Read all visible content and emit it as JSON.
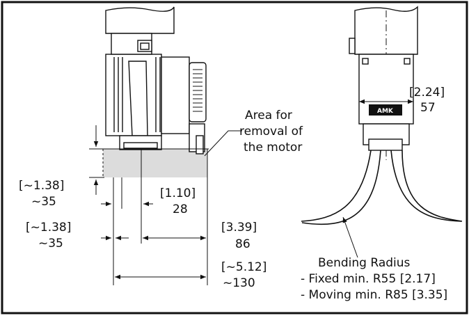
{
  "annotations": {
    "removal_area": [
      "Area for",
      "removal of",
      "the motor"
    ],
    "bending_radius": [
      "Bending Radius",
      "- Fixed min. R55 [2.17]",
      "- Moving min. R85 [3.35]"
    ]
  },
  "brand_mark": "AMK",
  "dimensions": {
    "width_side": {
      "inch": "[2.24]",
      "mm": "57"
    },
    "height_gap": {
      "inch": "[~1.38]",
      "mm": "~35"
    },
    "offset_1": {
      "inch": "[1.10]",
      "mm": "28"
    },
    "offset_2": {
      "inch": "[~1.38]",
      "mm": "~35"
    },
    "depth": {
      "inch": "[3.39]",
      "mm": "86"
    },
    "total": {
      "inch": "[~5.12]",
      "mm": "~130"
    }
  },
  "colors": {
    "line": "#111111",
    "removal_area_fill": "#dcdcdc",
    "device_body": "#ffffff"
  }
}
